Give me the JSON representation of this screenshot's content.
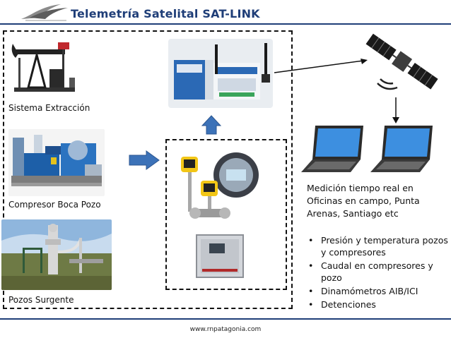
{
  "header": {
    "title": "Telemetría Satelital SAT-LINK"
  },
  "sources": [
    {
      "label": "Sistema Extracción"
    },
    {
      "label": "Compresor Boca Pozo"
    },
    {
      "label": "Pozos Surgente"
    }
  ],
  "description": "Medición tiempo real en Oficinas en campo, Punta Arenas, Santiago etc",
  "bullets": [
    "Presión y temperatura pozos y compresores",
    "Caudal en compresores y pozo",
    "Dinamómetros AIB/ICI",
    "Detenciones"
  ],
  "bullet_glyph": "•",
  "footer": {
    "url": "www.rnpatagonia.com"
  },
  "colors": {
    "title": "#1f3e78",
    "arrow": "#3c72b8",
    "rule": "#1f3e78"
  }
}
